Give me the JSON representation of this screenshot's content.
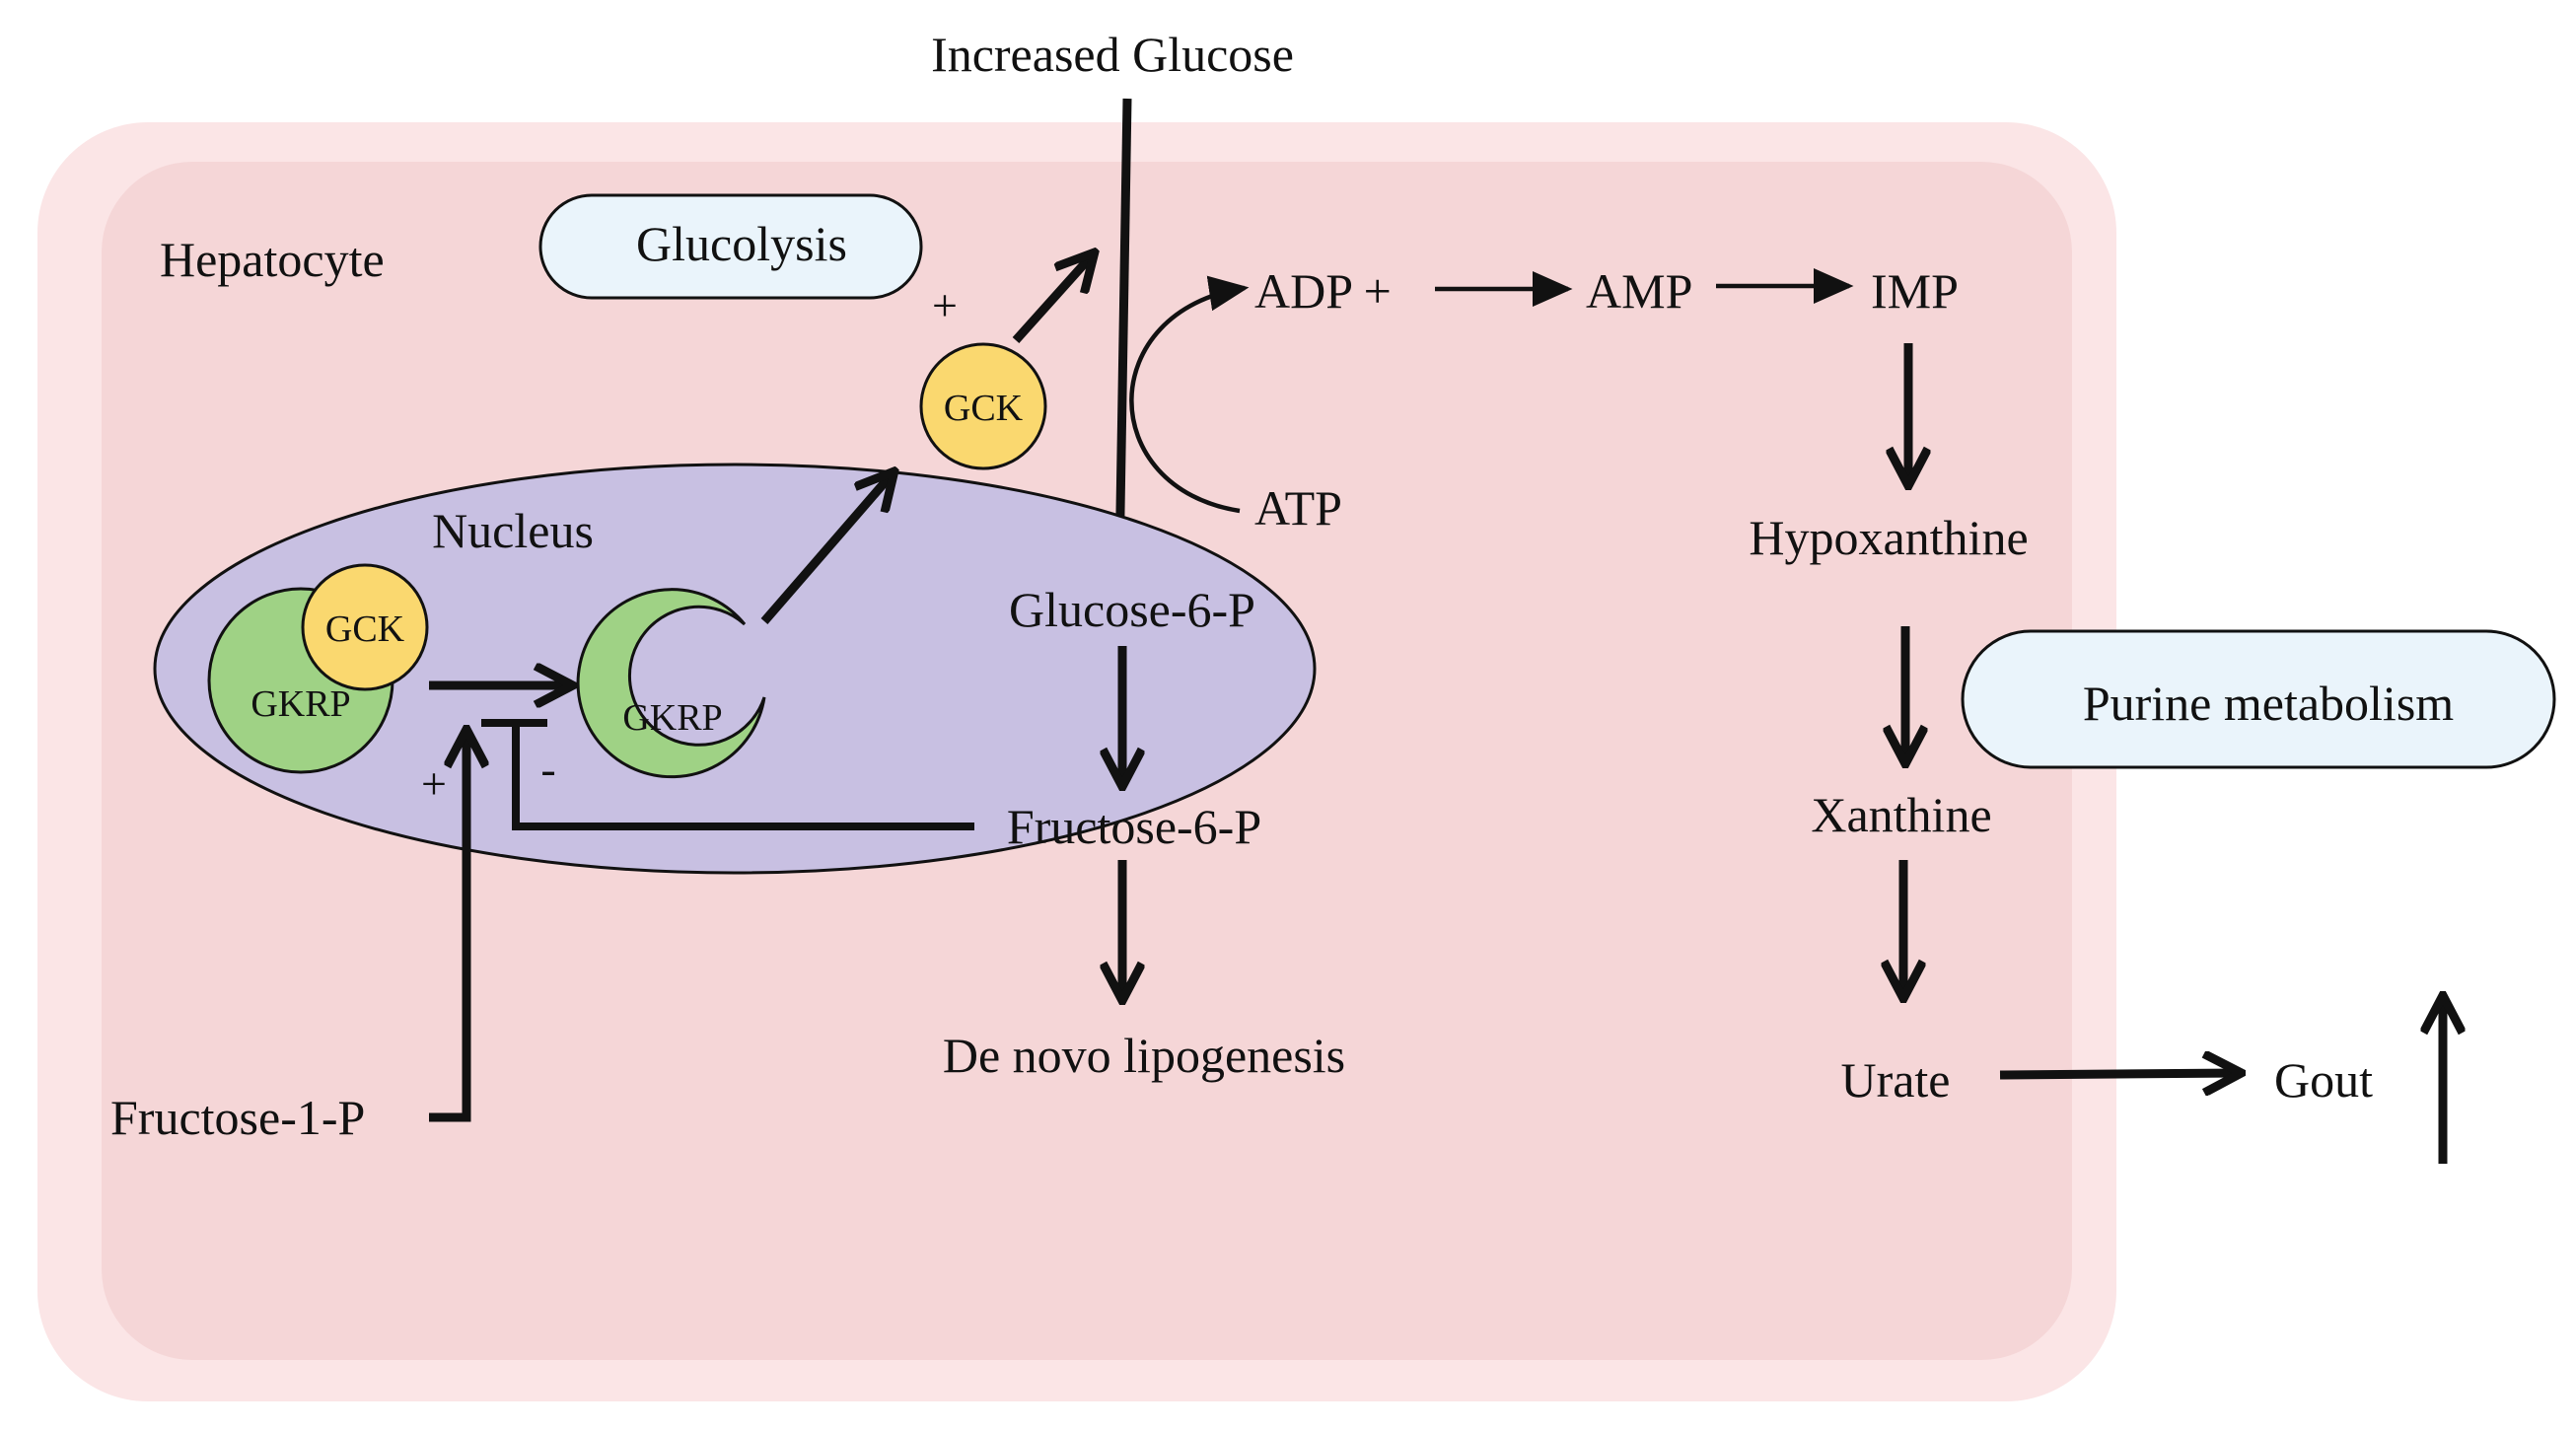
{
  "colors": {
    "outer_membrane": "#fbe5e6",
    "cytoplasm": "#f5d6d7",
    "nucleus_fill": "#c8c0e2",
    "gkrp_fill": "#9fd285",
    "gck_fill": "#fad86f",
    "pill_fill": "#eaf4fb",
    "stroke": "#111111"
  },
  "labels": {
    "increased_glucose": "Increased Glucose",
    "hepatocyte": "Hepatocyte",
    "glycolysis": "Glucolysis",
    "nucleus": "Nucleus",
    "gck_free": "GCK",
    "gck_bound": "GCK",
    "gkrp_bound": "GKRP",
    "gkrp_free": "GKRP",
    "glucose_6_p": "Glucose-6-P",
    "fructose_6_p": "Fructose-6-P",
    "de_novo_lipogenesis": "De novo lipogenesis",
    "fructose_1_p": "Fructose-1-P",
    "adp": "ADP +",
    "atp": "ATP",
    "amp": "AMP",
    "imp": "IMP",
    "hypoxanthine": "Hypoxanthine",
    "xanthine": "Xanthine",
    "urate": "Urate",
    "gout": "Gout",
    "purine_metabolism": "Purine metabolism",
    "plus_gck": "+",
    "plus_f1p": "+",
    "minus_f6p": "-"
  }
}
